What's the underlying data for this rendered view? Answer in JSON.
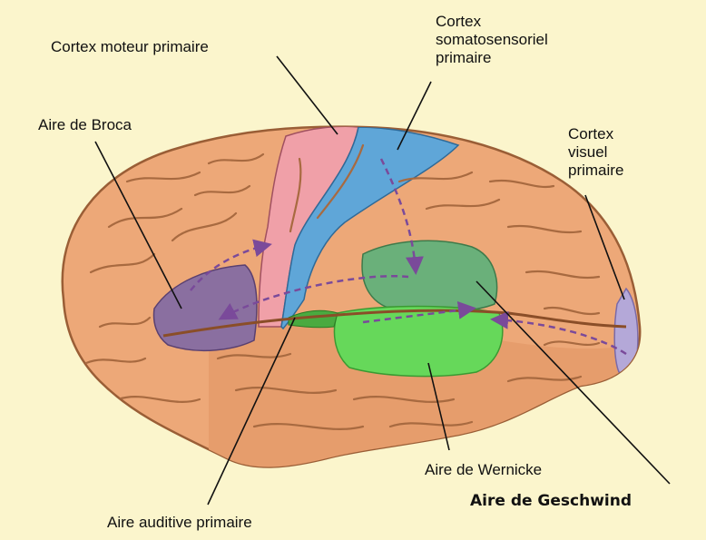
{
  "labels": {
    "motor_cortex": "Cortex moteur primaire",
    "somatosensory": [
      "Cortex",
      "somatosensoriel",
      "primaire"
    ],
    "broca": "Aire de Broca",
    "visual": [
      "Cortex",
      "visuel",
      "primaire"
    ],
    "wernicke": "Aire de Wernicke",
    "geschwind": "Aire de Geschwind",
    "auditory": "Aire auditive primaire"
  },
  "regions": [
    {
      "name": "Aire de Broca",
      "color": "#8a6fa0"
    },
    {
      "name": "Cortex moteur primaire",
      "color": "#f0a0a8"
    },
    {
      "name": "Cortex somatosensoriel primaire",
      "color": "#5fa6d8"
    },
    {
      "name": "Aire de Geschwind",
      "color": "#6ab07a"
    },
    {
      "name": "Aire de Wernicke",
      "color": "#66d85a"
    },
    {
      "name": "Cortex visuel primaire",
      "color": "#b4a8d8"
    }
  ],
  "colors": {
    "background": "#fbf5cc",
    "brain": "#eda878",
    "sulcus": "#a86a40",
    "pathway": "#7a4a9a"
  }
}
